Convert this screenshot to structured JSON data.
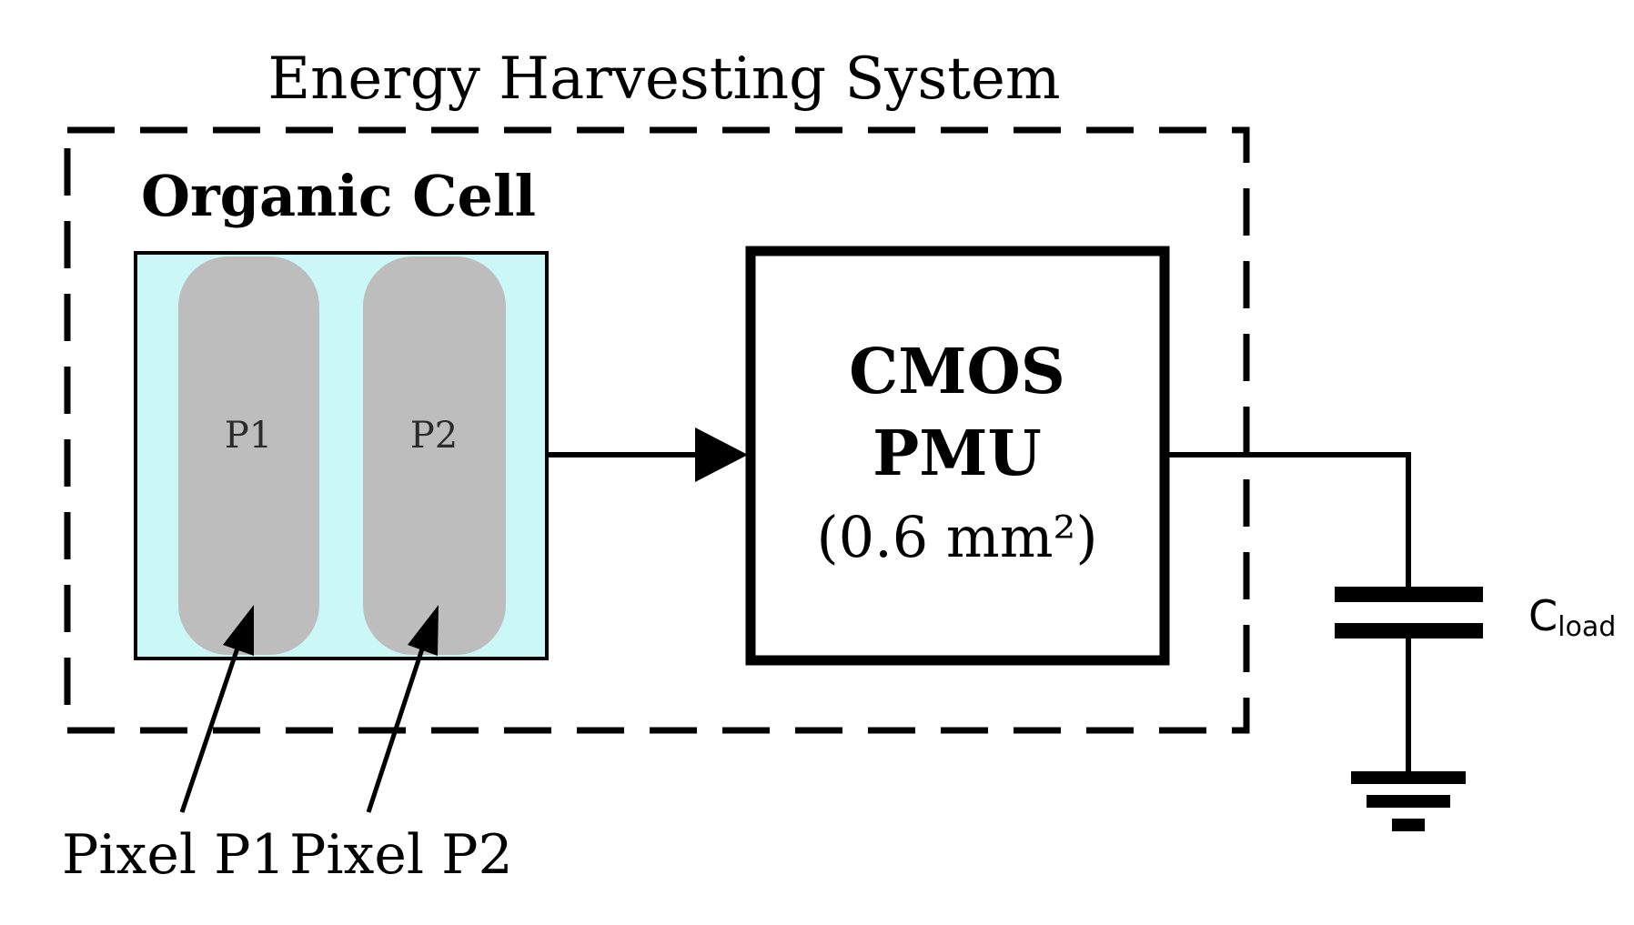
{
  "title": "Energy Harvesting System",
  "organic_cell": {
    "label": "Organic Cell",
    "pixel_1_label": "P1",
    "pixel_2_label": "P2"
  },
  "pmu": {
    "line1": "CMOS",
    "line2": "PMU",
    "line3": "(0.6 mm²)"
  },
  "capacitor_label": "Cload",
  "annotations": {
    "pixel_1": "Pixel P1",
    "pixel_2": "Pixel P2"
  },
  "colors": {
    "cell_fill": "#ccf7f7",
    "pixel_fill": "#bdbdbd",
    "stroke": "#000000"
  }
}
